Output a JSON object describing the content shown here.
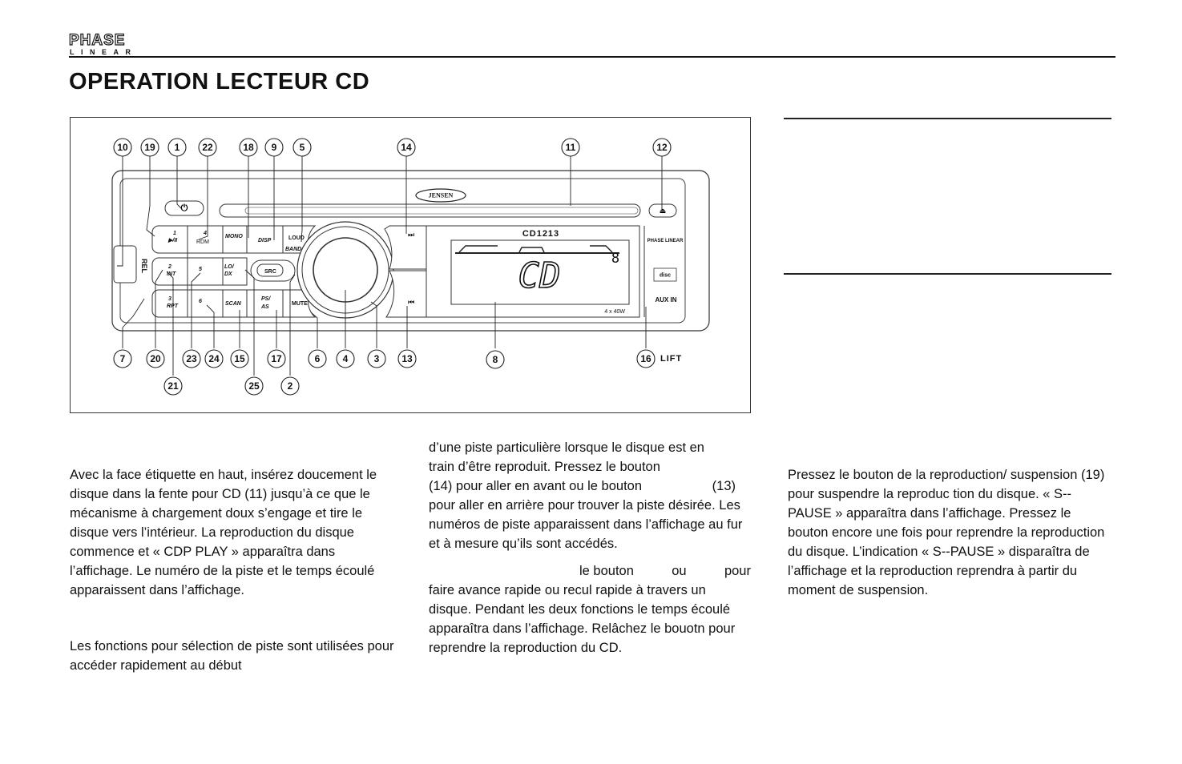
{
  "header": {
    "brand_line1": "PHASE",
    "brand_line2": "LINEAR",
    "title": "OPERATION LECTEUR CD"
  },
  "diagram": {
    "brand_logo": "JENSEN",
    "model": "CD1213",
    "display_text": "CD",
    "power_rating": "4 x 40W",
    "aux_label": "AUX IN",
    "side_brand": "PHASE LINEAR",
    "rel_label": "REL",
    "lift_label": "LIFT",
    "keys": {
      "k1": "1",
      "k1_sub": "▶/II",
      "k4": "4",
      "k4_sub": "RDM",
      "mono": "MONO",
      "disp": "DISP",
      "loud": "LOUD",
      "band": "BAND",
      "k2": "2",
      "k2_sub": "INT",
      "k5": "5",
      "lodx1": "LO/",
      "lodx2": "DX",
      "src": "SRC",
      "k3": "3",
      "k3_sub": "RPT",
      "k6": "6",
      "scan": "SCAN",
      "psas1": "PS/",
      "psas2": "AS",
      "mute": "MUTE"
    },
    "callouts_top": [
      "10",
      "19",
      "1",
      "22",
      "18",
      "9",
      "5",
      "14",
      "11",
      "12"
    ],
    "callouts_bottom": [
      "7",
      "20",
      "23",
      "24",
      "15",
      "17",
      "6",
      "4",
      "3",
      "13",
      "8",
      "16"
    ],
    "callouts_lower": [
      "21",
      "25",
      "2"
    ]
  },
  "columns": {
    "col1_p1": "Avec la face étiquette en haut, insérez doucement le disque dans la fente pour CD (11) jusqu’à ce que le mécanisme à chargement doux s’engage et tire le disque vers l’intérieur. La reproduction du disque commence et « CDP PLAY » apparaîtra dans l’affichage. Le numéro de la piste et le temps écoulé apparaissent dans l’affichage.",
    "col1_p2": "Les fonctions pour sélection de piste sont utilisées pour accéder rapidement au début",
    "col2_p1_l1": "d’une piste particulière lorsque le disque est en",
    "col2_p1_l2": "train d’être reproduit. Pressez le bouton",
    "col2_p1_l3a": "(14) pour aller en avant ou le bouton",
    "col2_p1_l3b": "(13)",
    "col2_p1_rest": "pour aller en arrière pour trouver la piste désirée. Les numéros de piste apparaissent dans l’affichage au fur et à mesure qu’ils sont accédés.",
    "col2_p2_a": "le bouton",
    "col2_p2_b": "ou",
    "col2_p2_c": "pour",
    "col2_p2_rest": "faire avance rapide ou recul rapide à travers un disque. Pendant les deux fonctions le temps écoulé apparaîtra dans l’affichage. Relâchez le bouotn pour reprendre la reproduction du CD.",
    "col3_p1": "Pressez le bouton de la reproduction/ suspension (19) pour suspendre la reproduc tion du disque. « S--PAUSE » apparaîtra dans l’affichage. Pressez le bouton encore une fois pour reprendre la reproduction du disque. L’indication « S--PAUSE » disparaîtra de l’affichage et la reproduction reprendra à partir du moment de suspension."
  }
}
